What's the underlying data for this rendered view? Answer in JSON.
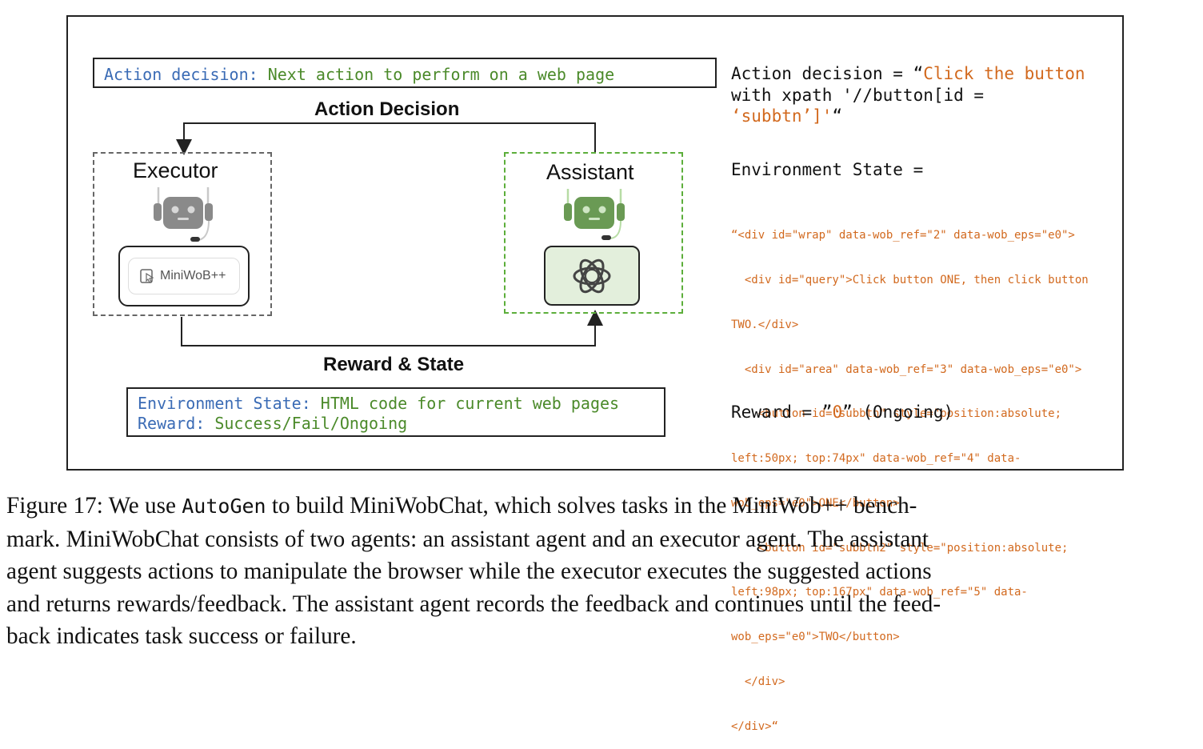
{
  "diagram": {
    "action_box": {
      "label": "Action decision:",
      "text": "Next action to perform on a web page"
    },
    "action_heading": "Action Decision",
    "executor": {
      "title": "Executor",
      "tool_label": "MiniWoB++"
    },
    "assistant": {
      "title": "Assistant"
    },
    "reward_heading": "Reward & State",
    "env_box": {
      "env_label": "Environment State:",
      "env_text": "HTML code for current web pages",
      "reward_label": "Reward:",
      "reward_text": "Success/Fail/Ongoing"
    }
  },
  "right_panel": {
    "action": {
      "prefix": "Action decision = “",
      "line1": "Click the button",
      "line2": "with xpath '//button[id =",
      "line3": "‘subbtn’]'",
      "suffix": "“"
    },
    "env_heading": "Environment State =",
    "env_code": [
      "“<div id=\"wrap\" data-wob_ref=\"2\" data-wob_eps=\"e0\">",
      "  <div id=\"query\">Click button ONE, then click button",
      "TWO.</div>",
      "  <div id=\"area\" data-wob_ref=\"3\" data-wob_eps=\"e0\">",
      "    <button id=\"subbtn\" style=\"position:absolute;",
      "left:50px; top:74px\" data-wob_ref=\"4\" data-",
      "wob_eps=\"e0\">ONE</button>",
      "    <button id=\"subbtn2\" style=\"position:absolute;",
      "left:98px; top:167px\" data-wob_ref=\"5\" data-",
      "wob_eps=\"e0\">TWO</button>",
      "  </div>",
      "</div>“"
    ],
    "reward": {
      "prefix": "Reward = ”",
      "value": "0",
      "suffix": "” (Ongoing)"
    }
  },
  "caption": {
    "line1_a": "Figure 17: We use ",
    "line1_code": "AutoGen",
    "line1_b": " to build MiniWobChat, which solves tasks in the MiniWob++ bench-",
    "line2": "mark. MiniWobChat consists of two agents: an assistant agent and an executor agent. The assistant",
    "line3": "agent suggests actions to manipulate the browser while the executor executes the suggested actions",
    "line4": "and returns rewards/feedback. The assistant agent records the feedback and continues until the feed-",
    "line5": "back indicates task success or failure."
  },
  "colors": {
    "label_blue": "#3a6bb5",
    "text_green": "#4b8a2a",
    "code_orange": "#d2691e",
    "assistant_green": "#5cae3a",
    "executor_gray": "#8a8a8a"
  }
}
